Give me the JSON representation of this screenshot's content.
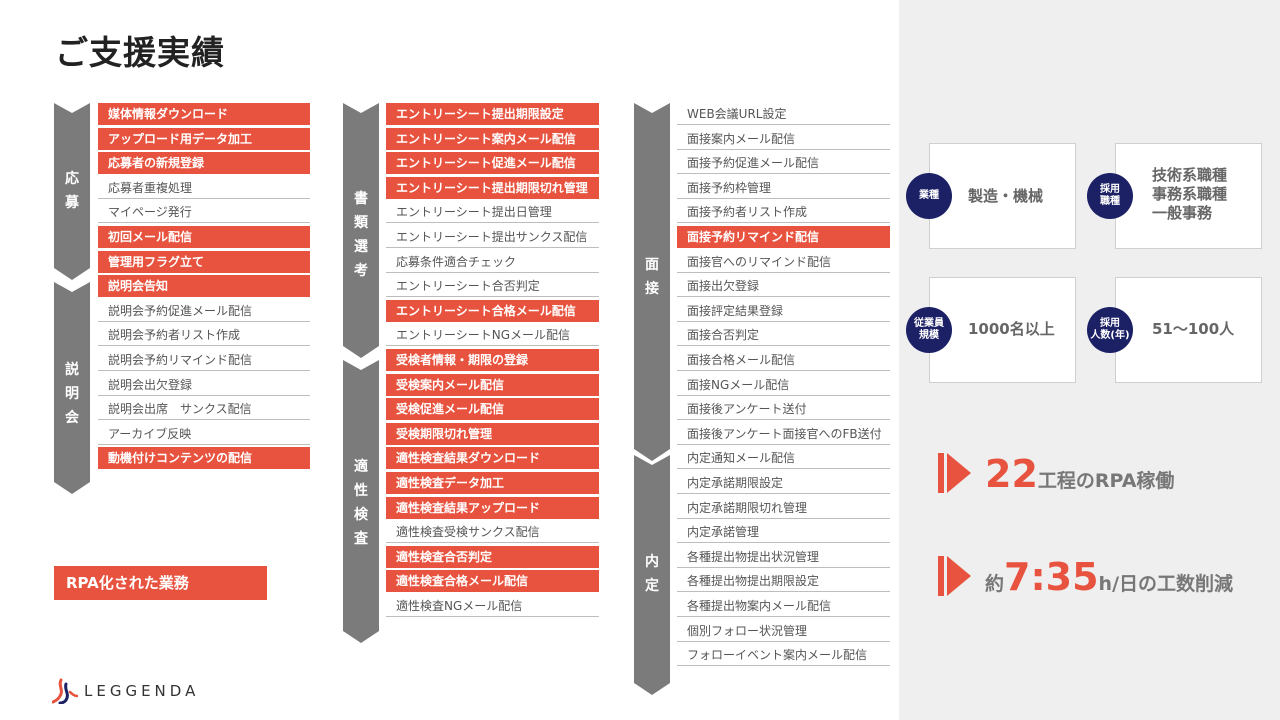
{
  "title": "ご支援実績",
  "col1": {
    "sections": [
      {
        "label": "応募"
      },
      {
        "label": "説明会"
      }
    ],
    "rows": [
      {
        "text": "媒体情報ダウンロード",
        "rpa": true
      },
      {
        "text": "アップロード用データ加工",
        "rpa": true
      },
      {
        "text": "応募者の新規登録",
        "rpa": true
      },
      {
        "text": "応募者重複処理",
        "rpa": false
      },
      {
        "text": "マイページ発行",
        "rpa": false
      },
      {
        "text": "初回メール配信",
        "rpa": true
      },
      {
        "text": "管理用フラグ立て",
        "rpa": true
      },
      {
        "text": "説明会告知",
        "rpa": true
      },
      {
        "text": "説明会予約促進メール配信",
        "rpa": false
      },
      {
        "text": "説明会予約者リスト作成",
        "rpa": false
      },
      {
        "text": "説明会予約リマインド配信",
        "rpa": false
      },
      {
        "text": "説明会出欠登録",
        "rpa": false
      },
      {
        "text": "説明会出席　サンクス配信",
        "rpa": false
      },
      {
        "text": "アーカイブ反映",
        "rpa": false
      },
      {
        "text": "動機付けコンテンツの配信",
        "rpa": true
      }
    ]
  },
  "col2": {
    "sections": [
      {
        "label": "書類選考"
      },
      {
        "label": "適性検査"
      }
    ],
    "rows": [
      {
        "text": "エントリーシート提出期限設定",
        "rpa": true
      },
      {
        "text": "エントリーシート案内メール配信",
        "rpa": true
      },
      {
        "text": "エントリーシート促進メール配信",
        "rpa": true
      },
      {
        "text": "エントリーシート提出期限切れ管理",
        "rpa": true
      },
      {
        "text": "エントリーシート提出日管理",
        "rpa": false
      },
      {
        "text": "エントリーシート提出サンクス配信",
        "rpa": false
      },
      {
        "text": "応募条件適合チェック",
        "rpa": false
      },
      {
        "text": "エントリーシート合否判定",
        "rpa": false
      },
      {
        "text": "エントリーシート合格メール配信",
        "rpa": true
      },
      {
        "text": "エントリーシートNGメール配信",
        "rpa": false
      },
      {
        "text": "受検者情報・期限の登録",
        "rpa": true
      },
      {
        "text": "受検案内メール配信",
        "rpa": true
      },
      {
        "text": "受検促進メール配信",
        "rpa": true
      },
      {
        "text": "受検期限切れ管理",
        "rpa": true
      },
      {
        "text": "適性検査結果ダウンロード",
        "rpa": true
      },
      {
        "text": "適性検査データ加工",
        "rpa": true
      },
      {
        "text": "適性検査結果アップロード",
        "rpa": true
      },
      {
        "text": "適性検査受検サンクス配信",
        "rpa": false
      },
      {
        "text": "適性検査合否判定",
        "rpa": true
      },
      {
        "text": "適性検査合格メール配信",
        "rpa": true
      },
      {
        "text": "適性検査NGメール配信",
        "rpa": false
      }
    ]
  },
  "col3": {
    "sections": [
      {
        "label": "面接"
      },
      {
        "label": "内定"
      }
    ],
    "rows": [
      {
        "text": "WEB会議URL設定",
        "rpa": false
      },
      {
        "text": "面接案内メール配信",
        "rpa": false
      },
      {
        "text": "面接予約促進メール配信",
        "rpa": false
      },
      {
        "text": "面接予約枠管理",
        "rpa": false
      },
      {
        "text": "面接予約者リスト作成",
        "rpa": false
      },
      {
        "text": "面接予約リマインド配信",
        "rpa": true
      },
      {
        "text": "面接官へのリマインド配信",
        "rpa": false
      },
      {
        "text": "面接出欠登録",
        "rpa": false
      },
      {
        "text": "面接評定結果登録",
        "rpa": false
      },
      {
        "text": "面接合否判定",
        "rpa": false
      },
      {
        "text": "面接合格メール配信",
        "rpa": false
      },
      {
        "text": "面接NGメール配信",
        "rpa": false
      },
      {
        "text": "面接後アンケート送付",
        "rpa": false
      },
      {
        "text": "面接後アンケート面接官へのFB送付",
        "rpa": false
      },
      {
        "text": "内定通知メール配信",
        "rpa": false
      },
      {
        "text": "内定承諾期限設定",
        "rpa": false
      },
      {
        "text": "内定承諾期限切れ管理",
        "rpa": false
      },
      {
        "text": "内定承諾管理",
        "rpa": false
      },
      {
        "text": "各種提出物提出状況管理",
        "rpa": false
      },
      {
        "text": "各種提出物提出期限設定",
        "rpa": false
      },
      {
        "text": "各種提出物案内メール配信",
        "rpa": false
      },
      {
        "text": "個別フォロー状況管理",
        "rpa": false
      },
      {
        "text": "フォローイベント案内メール配信",
        "rpa": false
      }
    ]
  },
  "legend": "RPA化された業務",
  "logo": "LEGGENDA",
  "cards": [
    {
      "label": "業種",
      "value": "製造・機械"
    },
    {
      "label": "採用\n職種",
      "value": "技術系職種\n事務系職種\n一般事務"
    },
    {
      "label": "従業員\n規模",
      "value": "1000名以上"
    },
    {
      "label": "採用\n人数(年)",
      "value": "51〜100人"
    }
  ],
  "stats": [
    {
      "prefix": "",
      "number": "22",
      "suffix": "工程のRPA稼働"
    },
    {
      "prefix": "約",
      "number": "7:35",
      "suffix": "h/日の工数削減"
    }
  ],
  "colors": {
    "accent": "#e8533f",
    "navy": "#1c2166",
    "chevron": "#7b7b7b",
    "panel": "#efefef"
  }
}
